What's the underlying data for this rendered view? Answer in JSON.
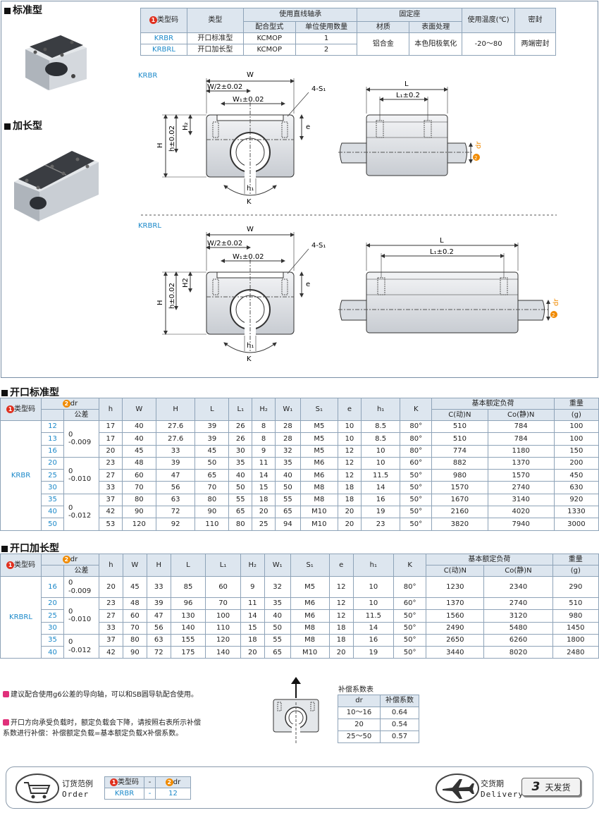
{
  "top": {
    "standard_label": "标准型",
    "extended_label": "加长型",
    "spec_table": {
      "h_code": "类型码",
      "h_type": "类型",
      "h_bearing": "使用直线轴承",
      "h_bearing_model": "配合型式",
      "h_bearing_qty": "单位使用数量",
      "h_mount": "固定座",
      "h_material": "材质",
      "h_surface": "表面处理",
      "h_temp": "使用温度(℃)",
      "h_seal": "密封",
      "rows": [
        {
          "code": "KRBR",
          "type": "开口标准型",
          "model": "KCMOP",
          "qty": "1"
        },
        {
          "code": "KRBRL",
          "type": "开口加长型",
          "model": "KCMOP",
          "qty": "2"
        }
      ],
      "material": "铝合金",
      "surface": "本色阳极氧化",
      "temp": "-20～80",
      "seal": "两端密封"
    }
  },
  "drawing": {
    "krbr": "KRBR",
    "krbrl": "KRBRL",
    "W": "W",
    "W2": "W/2±0.02",
    "W1": "W₁±0.02",
    "S1": "4-S₁",
    "H": "H",
    "h": "h±0.02",
    "H2": "H₂",
    "H2b": "H2",
    "e": "e",
    "h1": "h₁",
    "K": "K",
    "L": "L",
    "L1": "L₁±0.2",
    "dr": "dr"
  },
  "standard_table": {
    "title": "开口标准型",
    "h_code": "类型码",
    "h_dr": "dr",
    "h_tol": "公差",
    "cols": [
      "h",
      "W",
      "H",
      "L",
      "L₁",
      "H₂",
      "W₁",
      "S₁",
      "e",
      "h₁",
      "K"
    ],
    "h_load": "基本额定负荷",
    "h_c": "C(动)N",
    "h_co": "Co(静)N",
    "h_weight": "重量",
    "h_g": "(g)",
    "code": "KRBR",
    "tol_groups": [
      {
        "tol": [
          "0",
          "-0.009"
        ],
        "rows": 3
      },
      {
        "tol": [
          "0",
          "-0.010"
        ],
        "rows": 3
      },
      {
        "tol": [
          "0",
          "-0.012"
        ],
        "rows": 3
      }
    ],
    "rows": [
      [
        "12",
        "17",
        "40",
        "27.6",
        "39",
        "26",
        "8",
        "28",
        "M5",
        "10",
        "8.5",
        "80°",
        "510",
        "784",
        "100"
      ],
      [
        "13",
        "17",
        "40",
        "27.6",
        "39",
        "26",
        "8",
        "28",
        "M5",
        "10",
        "8.5",
        "80°",
        "510",
        "784",
        "100"
      ],
      [
        "16",
        "20",
        "45",
        "33",
        "45",
        "30",
        "9",
        "32",
        "M5",
        "12",
        "10",
        "80°",
        "774",
        "1180",
        "150"
      ],
      [
        "20",
        "23",
        "48",
        "39",
        "50",
        "35",
        "11",
        "35",
        "M6",
        "12",
        "10",
        "60°",
        "882",
        "1370",
        "200"
      ],
      [
        "25",
        "27",
        "60",
        "47",
        "65",
        "40",
        "14",
        "40",
        "M6",
        "12",
        "11.5",
        "50°",
        "980",
        "1570",
        "450"
      ],
      [
        "30",
        "33",
        "70",
        "56",
        "70",
        "50",
        "15",
        "50",
        "M8",
        "18",
        "14",
        "50°",
        "1570",
        "2740",
        "630"
      ],
      [
        "35",
        "37",
        "80",
        "63",
        "80",
        "55",
        "18",
        "55",
        "M8",
        "18",
        "16",
        "50°",
        "1670",
        "3140",
        "920"
      ],
      [
        "40",
        "42",
        "90",
        "72",
        "90",
        "65",
        "20",
        "65",
        "M10",
        "20",
        "19",
        "50°",
        "2160",
        "4020",
        "1330"
      ],
      [
        "50",
        "53",
        "120",
        "92",
        "110",
        "80",
        "25",
        "94",
        "M10",
        "20",
        "23",
        "50°",
        "3820",
        "7940",
        "3000"
      ]
    ]
  },
  "extended_table": {
    "title": "开口加长型",
    "code": "KRBRL",
    "tol_groups": [
      {
        "tol": [
          "0",
          "-0.009"
        ],
        "rows": 1
      },
      {
        "tol": [
          "0",
          "-0.010"
        ],
        "rows": 3
      },
      {
        "tol": [
          "0",
          "-0.012"
        ],
        "rows": 2
      }
    ],
    "rows": [
      [
        "16",
        "20",
        "45",
        "33",
        "85",
        "60",
        "9",
        "32",
        "M5",
        "12",
        "10",
        "80°",
        "1230",
        "2340",
        "290"
      ],
      [
        "20",
        "23",
        "48",
        "39",
        "96",
        "70",
        "11",
        "35",
        "M6",
        "12",
        "10",
        "60°",
        "1370",
        "2740",
        "510"
      ],
      [
        "25",
        "27",
        "60",
        "47",
        "130",
        "100",
        "14",
        "40",
        "M6",
        "12",
        "11.5",
        "50°",
        "1560",
        "3120",
        "980"
      ],
      [
        "30",
        "33",
        "70",
        "56",
        "140",
        "110",
        "15",
        "50",
        "M8",
        "18",
        "14",
        "50°",
        "2490",
        "5480",
        "1450"
      ],
      [
        "35",
        "37",
        "80",
        "63",
        "155",
        "120",
        "18",
        "55",
        "M8",
        "18",
        "16",
        "50°",
        "2650",
        "6260",
        "1800"
      ],
      [
        "40",
        "42",
        "90",
        "72",
        "175",
        "140",
        "20",
        "65",
        "M10",
        "20",
        "19",
        "50°",
        "3440",
        "8020",
        "2480"
      ]
    ]
  },
  "notes": {
    "note1": "建议配合使用g6公差的导向轴，可以和SB圆导轨配合使用。",
    "note2a": "开口方向承受负载时，额定负载会下降，请按照右表所示补偿",
    "note2b": "系数进行补偿：补偿额定负载=基本额定负载X补偿系数。",
    "comp_title": "补偿系数表",
    "comp_h1": "dr",
    "comp_h2": "补偿系数",
    "comp_rows": [
      [
        "10～16",
        "0.64"
      ],
      [
        "20",
        "0.54"
      ],
      [
        "25～50",
        "0.57"
      ]
    ]
  },
  "footer": {
    "order_cn": "订货范例",
    "order_en": "Order",
    "order_h_code": "类型码",
    "order_h_dr": "dr",
    "order_dash": "-",
    "order_code": "KRBR",
    "order_dr": "12",
    "delivery_cn": "交货期",
    "delivery_en": "Delivery",
    "days": "3",
    "days_label": "天发货"
  },
  "colors": {
    "accent": "#1a88c9",
    "header_bg": "#dde6ef",
    "border": "#8ea3b8"
  }
}
